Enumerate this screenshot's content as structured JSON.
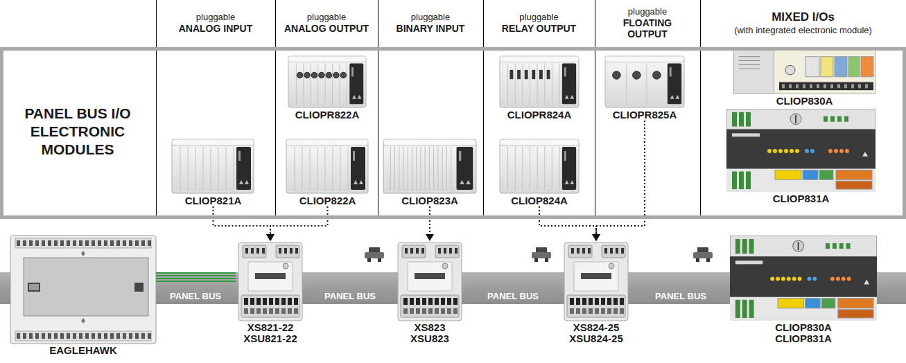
{
  "diagram": {
    "nodes": [
      {
        "text": [
          "PANEL BUS I/O ELECTRONIC MODULES"
        ]
      },
      {
        "text": [
          "CLIOP821A"
        ],
        "in": 0
      },
      {
        "text": [
          "CLIOPR822A"
        ],
        "in": 0
      },
      {
        "text": [
          "CLIOP822A"
        ],
        "in": 0
      },
      {
        "text": [
          "CLIOP823A"
        ],
        "in": 0
      },
      {
        "text": [
          "CLIOPR824A"
        ],
        "in": 0
      },
      {
        "text": [
          "CLIOP824A"
        ],
        "in": 0
      },
      {
        "text": [
          "CLIOPR825A"
        ],
        "in": 0
      },
      {
        "text": [
          "CLIOP830A"
        ],
        "in": 0
      },
      {
        "text": [
          "CLIOP831A"
        ],
        "in": 0
      },
      {
        "text": [
          "EAGLEHAWK"
        ]
      },
      {
        "text": [
          "XS821-22",
          "XSU821-22"
        ]
      },
      {
        "text": [
          "XS823",
          "XSU823"
        ]
      },
      {
        "text": [
          "XS824-25",
          "XSU824-25"
        ]
      },
      {
        "text": [
          "CLIOP830A",
          "CLIOP831A"
        ]
      }
    ],
    "edges": [
      {
        "from": 1,
        "to": 11,
        "arrow": "to"
      },
      {
        "from": 3,
        "to": 11,
        "arrow": "to"
      },
      {
        "from": 4,
        "to": 12,
        "arrow": "to"
      },
      {
        "from": 6,
        "to": 13,
        "arrow": "to"
      },
      {
        "from": 7,
        "to": 13,
        "arrow": "to"
      },
      {
        "from": 10,
        "to": 11,
        "arrow": "none"
      }
    ],
    "labels": [
      "pluggable",
      "ANALOG INPUT",
      "pluggable",
      "ANALOG OUTPUT",
      "pluggable",
      "BINARY INPUT",
      "pluggable",
      "RELAY OUTPUT",
      "pluggable",
      "FLOATING OUTPUT",
      "MIXED I/Os",
      "(with integrated electronic module)",
      "PANEL BUS",
      "PANEL BUS",
      "PANEL BUS",
      "PANEL BUS"
    ]
  }
}
